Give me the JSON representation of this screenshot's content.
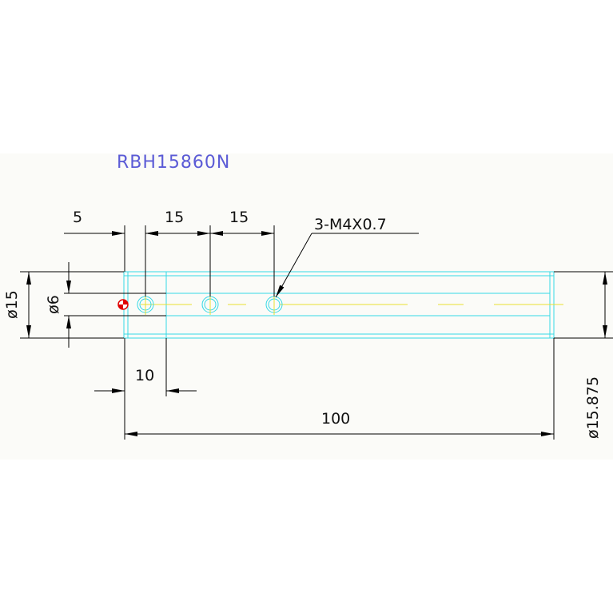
{
  "drawing": {
    "part_number": "RBH15860N",
    "colors": {
      "title": "#5b5bd6",
      "outline": "#35d9e6",
      "hidden": "#ff4a4a",
      "centerline": "#e8e030",
      "dimension": "#000000",
      "datum_marker": "#e00000"
    },
    "dimensions": {
      "end_offset": "5",
      "hole_pitch_1": "15",
      "hole_pitch_2": "15",
      "hole_callout": "3-M4X0.7",
      "outer_diameter": "ø15",
      "inner_diameter": "ø6",
      "shoulder_length": "10",
      "overall_length": "100",
      "collar_diameter": "ø15.875"
    }
  }
}
